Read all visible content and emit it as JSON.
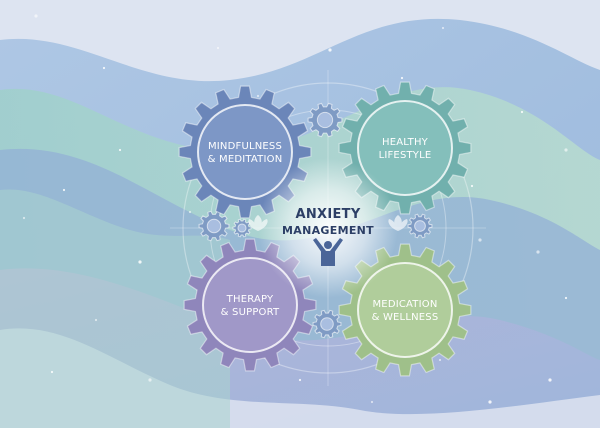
{
  "hub": {
    "title": "ANXIETY",
    "subtitle": "MANAGEMENT",
    "icon": "person-raised-arms-icon"
  },
  "gears": [
    {
      "id": "mindfulness",
      "lines": [
        "MINDFULNESS",
        "& MEDITATION"
      ],
      "color": "#6b86b9",
      "inner": "#7d97c6"
    },
    {
      "id": "lifestyle",
      "lines": [
        "HEALTHY",
        "LIFESTYLE"
      ],
      "color": "#71b0ad",
      "inner": "#84bfbb"
    },
    {
      "id": "therapy",
      "lines": [
        "THERAPY",
        "& SUPPORT"
      ],
      "color": "#8f86bb",
      "inner": "#a098c8"
    },
    {
      "id": "medication",
      "lines": [
        "MEDICATION",
        "& WELLNESS"
      ],
      "color": "#9fc08a",
      "inner": "#b0cd9b"
    }
  ],
  "colors": {
    "background": "#dfe5f1",
    "wave_blue": "#a9c0df",
    "wave_teal": "#a7d2cf",
    "wave_purple": "#b3b2d8",
    "hub_text": "#2c3f66",
    "small_gear": "#7f9bc4"
  }
}
